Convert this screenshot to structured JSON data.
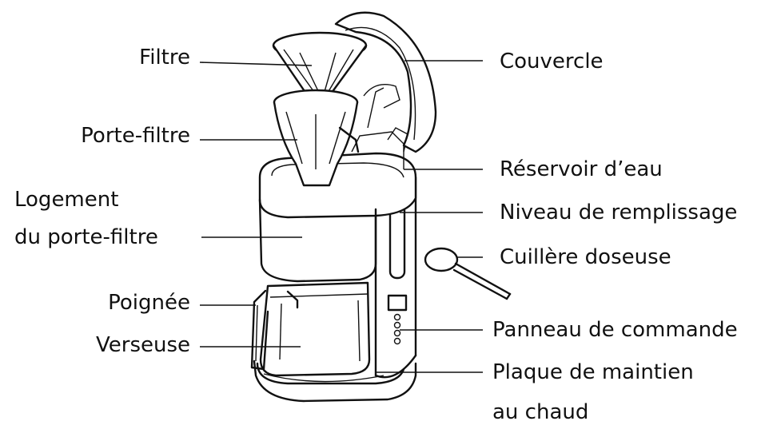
{
  "labels": {
    "filtre": "Filtre",
    "porte_filtre": "Porte-filtre",
    "logement_line1": "Logement",
    "logement_line2": "du porte-filtre",
    "poignee": "Poignée",
    "verseuse": "Verseuse",
    "couvercle": "Couvercle",
    "reservoir": "Réservoir d’eau",
    "niveau": "Niveau de remplissage",
    "cuillere": "Cuillère doseuse",
    "panneau": "Panneau de commande",
    "plaque_line1": "Plaque de maintien",
    "plaque_line2": "au chaud"
  }
}
